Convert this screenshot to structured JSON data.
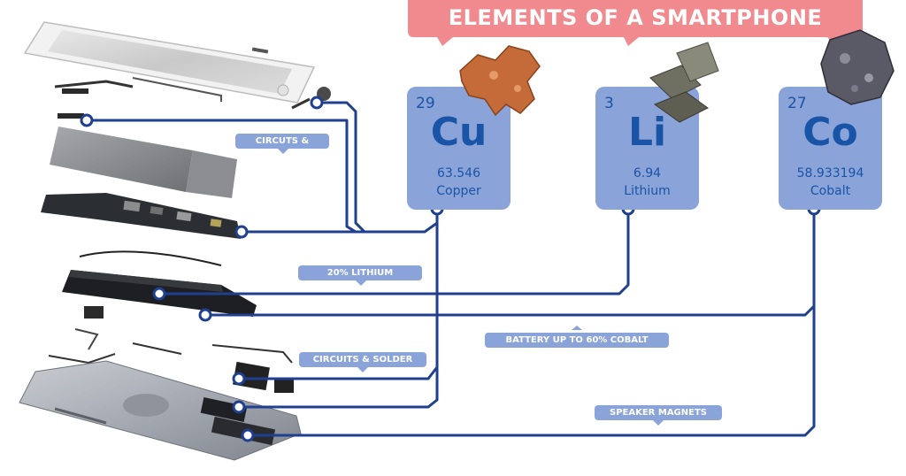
{
  "title": "ELEMENTS OF A SMARTPHONE",
  "colors": {
    "banner": "#f08a8f",
    "tile": "#8aa3d8",
    "tile_text": "#1a54a6",
    "connector": "#1f3f8f",
    "callout_text": "#ffffff"
  },
  "elements": [
    {
      "number": "29",
      "symbol": "Cu",
      "mass": "63.546",
      "name": "Copper",
      "mineral": "copper-nugget"
    },
    {
      "number": "3",
      "symbol": "Li",
      "mass": "6.94",
      "name": "Lithium",
      "mineral": "lithium-slabs"
    },
    {
      "number": "27",
      "symbol": "Co",
      "mass": "58.933194",
      "name": "Cobalt",
      "mineral": "cobalt-ore"
    }
  ],
  "callouts": {
    "circuits_top": "CIRCUTS & SOLDER",
    "lithium": "20% LITHIUM",
    "cobalt": "BATTERY UP TO 60% COBALT",
    "circuits_bottom": "CIRCUITS & SOLDER",
    "speaker": "SPEAKER MAGNETS"
  },
  "phone_parts": [
    "display-assembly",
    "shield-plate",
    "logic-board",
    "battery",
    "rear-housing"
  ]
}
